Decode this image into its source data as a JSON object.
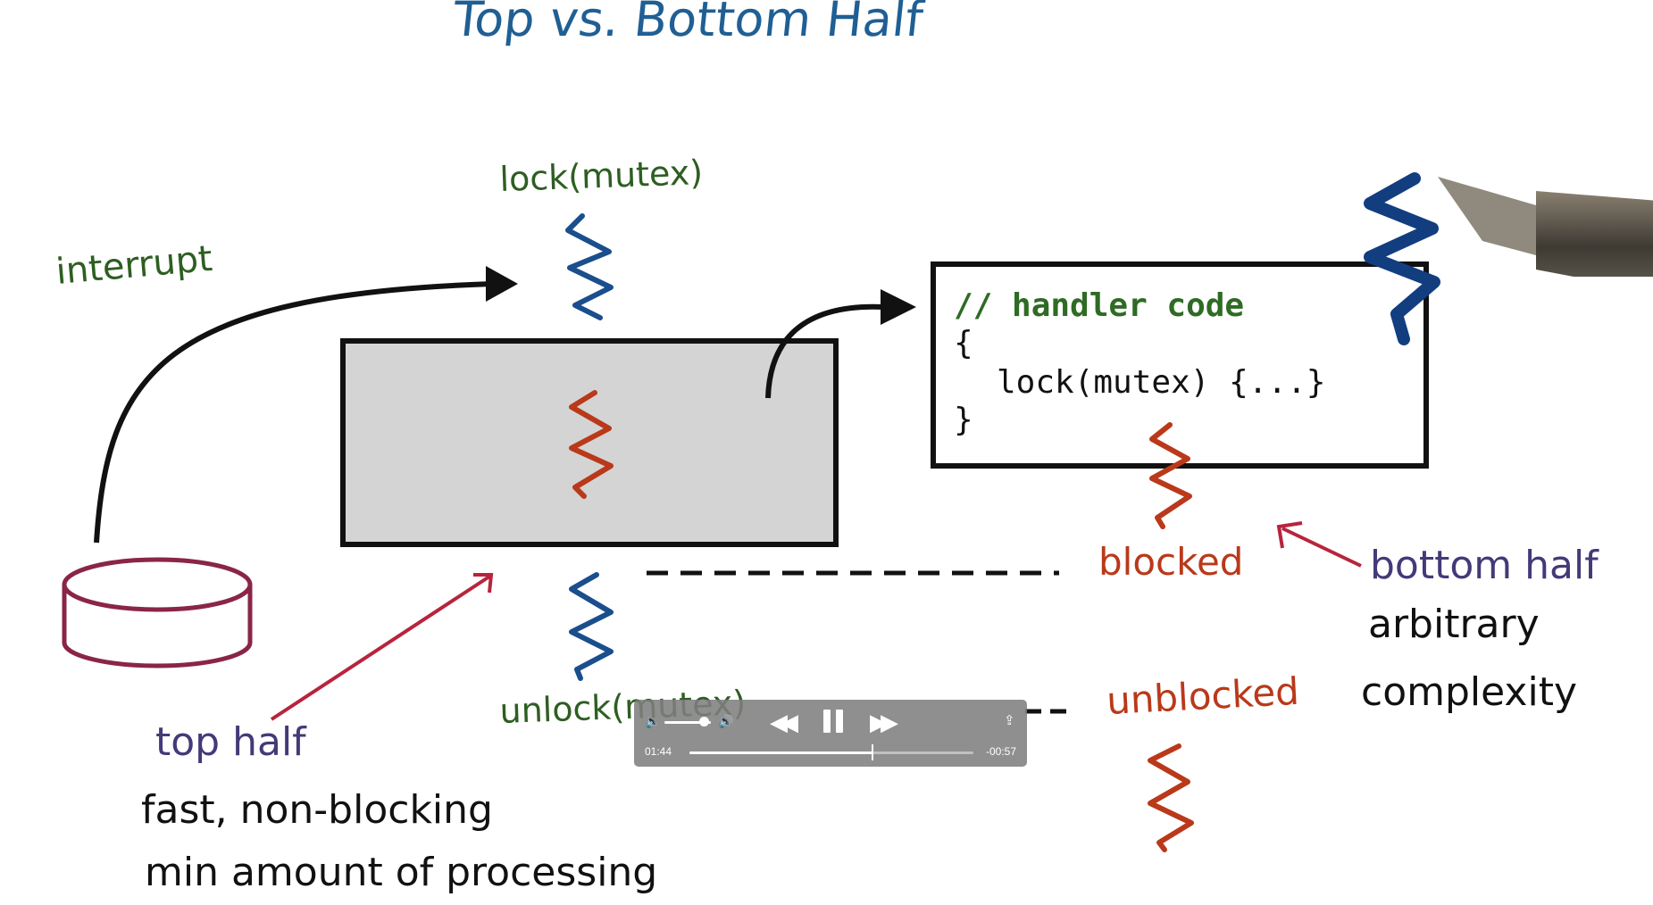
{
  "title": "Top vs. Bottom Half",
  "labels": {
    "interrupt": "interrupt",
    "lock": "lock(mutex)",
    "unlock": "unlock(mutex)",
    "blocked": "blocked",
    "unblocked": "unblocked",
    "top_half": "top half",
    "top_half_desc_1": "fast, non-blocking",
    "top_half_desc_2": "min amount of processing",
    "bottom_half": "bottom half",
    "bottom_half_desc_1": "arbitrary",
    "bottom_half_desc_2": "complexity"
  },
  "handler_code": {
    "comment": "// handler code",
    "open_brace": "{",
    "body": "lock(mutex) {...}",
    "close_brace": "}"
  },
  "player": {
    "elapsed": "01:44",
    "remaining": "-00:57",
    "progress": 0.646,
    "volume": 0.85,
    "state": "playing"
  },
  "colors": {
    "title": "#1f5f94",
    "green_text": "#2e5e22",
    "blue_thread": "#1a4e8c",
    "red_thread": "#b9391a",
    "crimson_arrow": "#b8243c",
    "purple_text": "#433a78",
    "device": "#8a2548",
    "box_fill": "#d4d4d4"
  },
  "icons": {
    "volume_down": "speaker-low-icon",
    "volume_up": "speaker-high-icon",
    "rewind": "rewind-icon",
    "pause": "pause-icon",
    "forward": "fast-forward-icon",
    "share": "share-icon"
  }
}
